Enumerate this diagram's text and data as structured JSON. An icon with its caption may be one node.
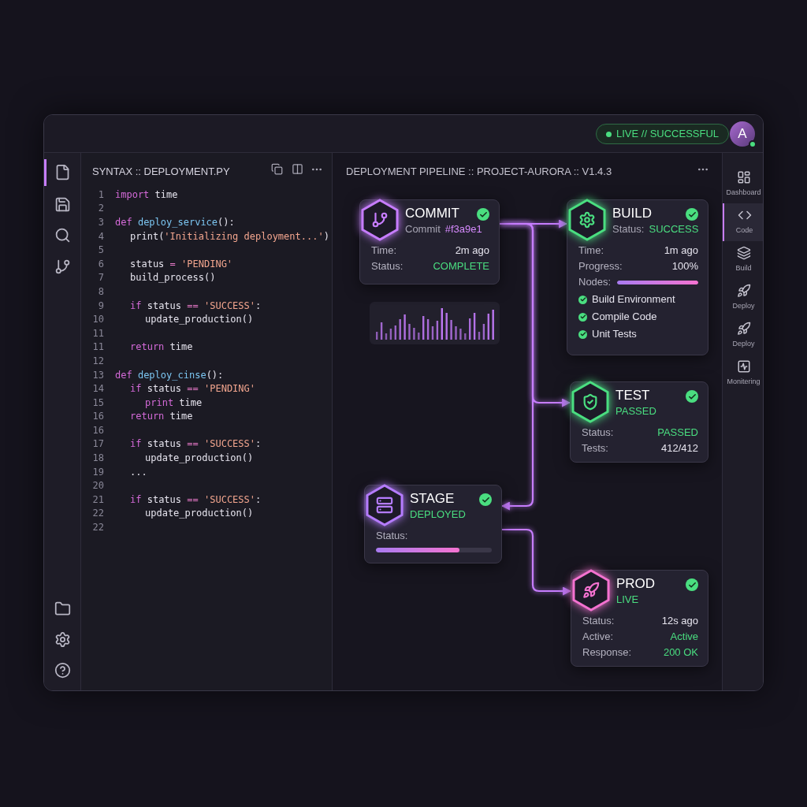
{
  "diagram": {
    "title": "DEPLOYMENT PIPELINE :: PROJECT-AURORA :: V1.4.3",
    "nodes": [
      {
        "text": [
          "COMMIT",
          "Commit",
          "#f3a9e1",
          "Time:",
          "2m ago",
          "Status:",
          "COMPLETE"
        ]
      },
      {
        "text": [
          "BUILD",
          "Status:",
          "SUCCESS",
          "Time:",
          "1m ago",
          "Progress:",
          "100%",
          "Nodes:",
          "Build Environment",
          "Compile Code",
          "Unit Tests"
        ]
      },
      {
        "text": [
          "TEST",
          "PASSED",
          "Status:",
          "PASSED",
          "Tests:",
          "412/412"
        ]
      },
      {
        "text": [
          "STAGE",
          "DEPLOYED",
          "Status:"
        ]
      },
      {
        "text": [
          "PROD",
          "LIVE",
          "Status:",
          "12s ago",
          "Active:",
          "Active",
          "Response:",
          "200 OK"
        ]
      }
    ],
    "edges": [
      {
        "from": 0,
        "to": 1,
        "arrow": "to"
      },
      {
        "from": 0,
        "to": 2,
        "arrow": "to"
      },
      {
        "from": 0,
        "to": 3,
        "arrow": "to"
      },
      {
        "from": 3,
        "to": 4,
        "arrow": "to"
      }
    ],
    "labels": [
      "LIVE // SUCCESSFUL",
      "A",
      "SYNTAX :: DEPLOYMENT.PY",
      "1",
      "import time",
      "2",
      "3",
      "def deploy_service():",
      "4",
      "print('Initializing deployment...')",
      "5",
      "6",
      "status = 'PENDING'",
      "7",
      "build_process()",
      "8",
      "9",
      "if status == 'SUCCESS':",
      "10",
      "update_production()",
      "11",
      "11",
      "return time",
      "12",
      "13",
      "def deploy_cinse():",
      "14",
      "if status == 'PENDING'",
      "15",
      "print time",
      "16",
      "return time",
      "16",
      "17",
      "if status == 'SUCCESS':",
      "18",
      "update_production()",
      "19",
      "...",
      "20",
      "21",
      "if status == 'SUCCESS':",
      "22",
      "update_production()",
      "22",
      "Dashboard",
      "Code",
      "Build",
      "Deploy",
      "Deploy",
      "Monitering"
    ]
  }
}
